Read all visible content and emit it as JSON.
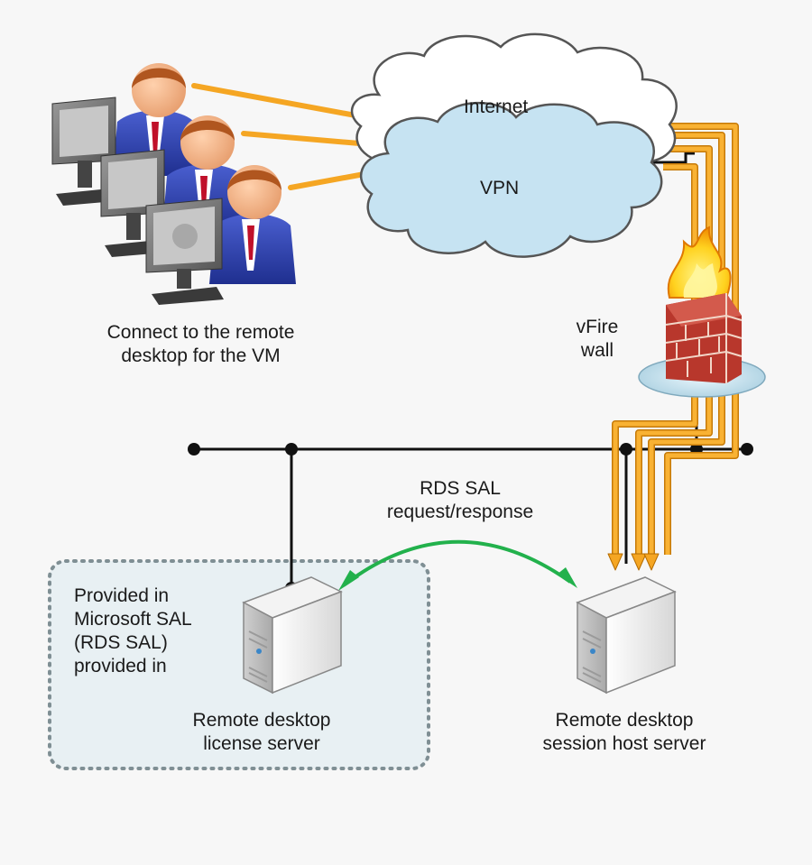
{
  "labels": {
    "internet": "Internet",
    "vpn": "VPN",
    "users_caption": [
      "Connect to the remote",
      "desktop for the VM"
    ],
    "firewall": [
      "vFire",
      "wall"
    ],
    "rds_sal": [
      "RDS SAL",
      "request/response"
    ],
    "license_box_text": [
      "Provided in",
      "Microsoft SAL",
      "(RDS SAL)",
      "provided in"
    ],
    "license_server": [
      "Remote desktop",
      "license server"
    ],
    "session_host": [
      "Remote desktop",
      "session host server"
    ]
  },
  "colors": {
    "background": "#f7f7f7",
    "orange_link": "#f5a623",
    "green_arrow": "#22b14c",
    "network_line": "#111111",
    "vpn_cloud": "#c6e3f2",
    "internet_cloud": "#ffffff",
    "license_box_fill": "#e8f0f3",
    "license_box_border": "#7f8f94",
    "brick": "#b8372c"
  },
  "icons": [
    "user-with-monitor-icon",
    "cloud-icon",
    "firewall-icon",
    "server-icon"
  ]
}
